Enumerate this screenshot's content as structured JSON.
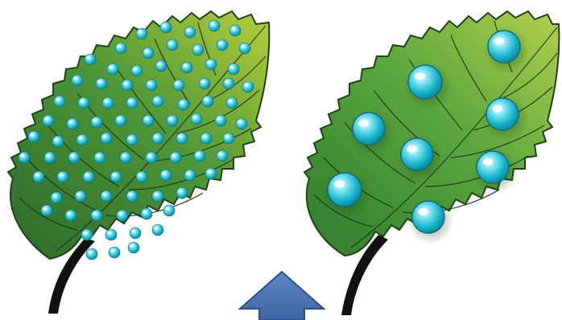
{
  "scene": {
    "left_leaf": {
      "droplet_size": "small",
      "droplet_count": 88
    },
    "right_leaf": {
      "droplet_size": "large",
      "droplet_count": 8
    },
    "arrow": {
      "direction": "up",
      "icon": "up-arrow-icon"
    }
  },
  "colors": {
    "leaf_dark": "#2f6b2a",
    "leaf_mid": "#4f9a3a",
    "leaf_light": "#a9c93a",
    "stem": "#111111",
    "droplet": "#1fb4cc",
    "droplet_highlight": "#e9fbff",
    "arrow_fill": "#4a74b5",
    "arrow_stroke": "#2f4f86"
  }
}
